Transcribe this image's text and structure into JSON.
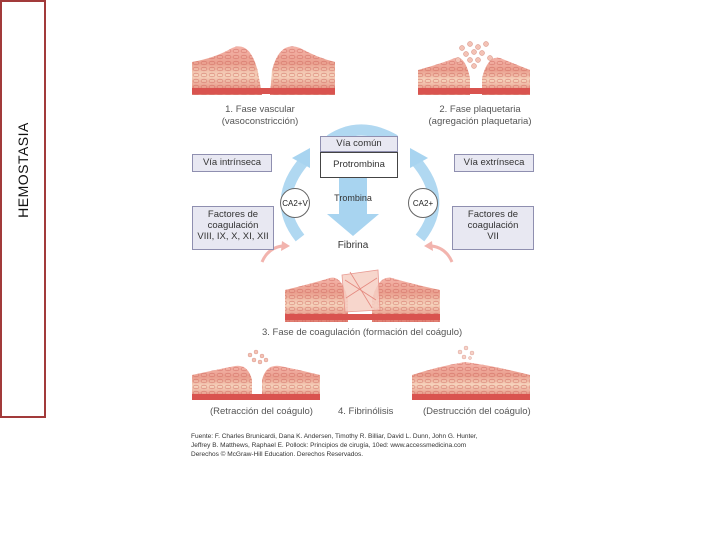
{
  "side_label": "HEMOSTASIA",
  "phase1": {
    "line1": "1. Fase vascular",
    "line2": "(vasoconstricción)"
  },
  "phase2": {
    "line1": "2. Fase plaquetaria",
    "line2": "(agregación plaquetaria)"
  },
  "phase3": "3. Fase de coagulación (formación del coágulo)",
  "phase4": {
    "left": "(Retracción del coágulo)",
    "center": "4. Fibrinólisis",
    "right": "(Destrucción del coágulo)"
  },
  "via_comun": "Vía común",
  "protrombina": "Protrombina",
  "trombina": "Trombina",
  "fibrina": "Fibrina",
  "via_intrinseca": "Vía intrínseca",
  "via_extrinseca": "Vía extrínseca",
  "factores_left": {
    "line1": "Factores de",
    "line2": "coagulación",
    "line3": "VIII, IX, X, XI, XII"
  },
  "factores_right": {
    "line1": "Factores de",
    "line2": "coagulación",
    "line3": "VII"
  },
  "ca_left": "CA2+V",
  "ca_right": "CA2+",
  "source": {
    "line1": "Fuente: F. Charles Brunicardi, Dana K. Andersen, Timothy R. Billiar, David L. Dunn, John G. Hunter,",
    "line2": "Jeffrey B. Matthews, Raphael E. Pollock: Principios de cirugía, 10ed: www.accessmedicina.com",
    "line3": "Derechos © McGraw-Hill Education. Derechos Reservados."
  },
  "colors": {
    "tissue_top": "#e8948a",
    "tissue_mid": "#f2c9b0",
    "tissue_base": "#d9534f",
    "arrow_blue": "#a8d4f0",
    "border_red": "#a23a3a"
  }
}
